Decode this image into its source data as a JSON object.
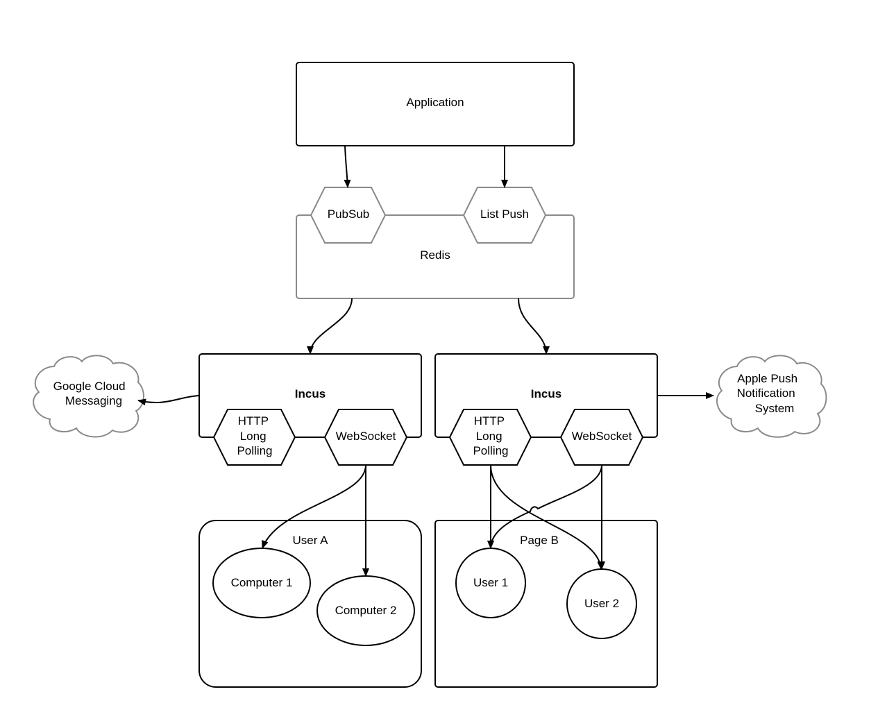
{
  "nodes": {
    "application": "Application",
    "pubsub": "PubSub",
    "list_push": "List Push",
    "redis": "Redis",
    "incus_left": "Incus",
    "incus_right": "Incus",
    "http_long_polling_left": [
      "HTTP",
      "Long",
      "Polling"
    ],
    "websocket_left": "WebSocket",
    "http_long_polling_right": [
      "HTTP",
      "Long",
      "Polling"
    ],
    "websocket_right": "WebSocket",
    "google_cloud_messaging": [
      "Google Cloud",
      "Messaging"
    ],
    "apple_push_notification_system": [
      "Apple Push",
      "Notification",
      "System"
    ],
    "user_a": "User A",
    "computer_1": "Computer 1",
    "computer_2": "Computer 2",
    "page_b": "Page B",
    "user_1": "User 1",
    "user_2": "User 2"
  }
}
